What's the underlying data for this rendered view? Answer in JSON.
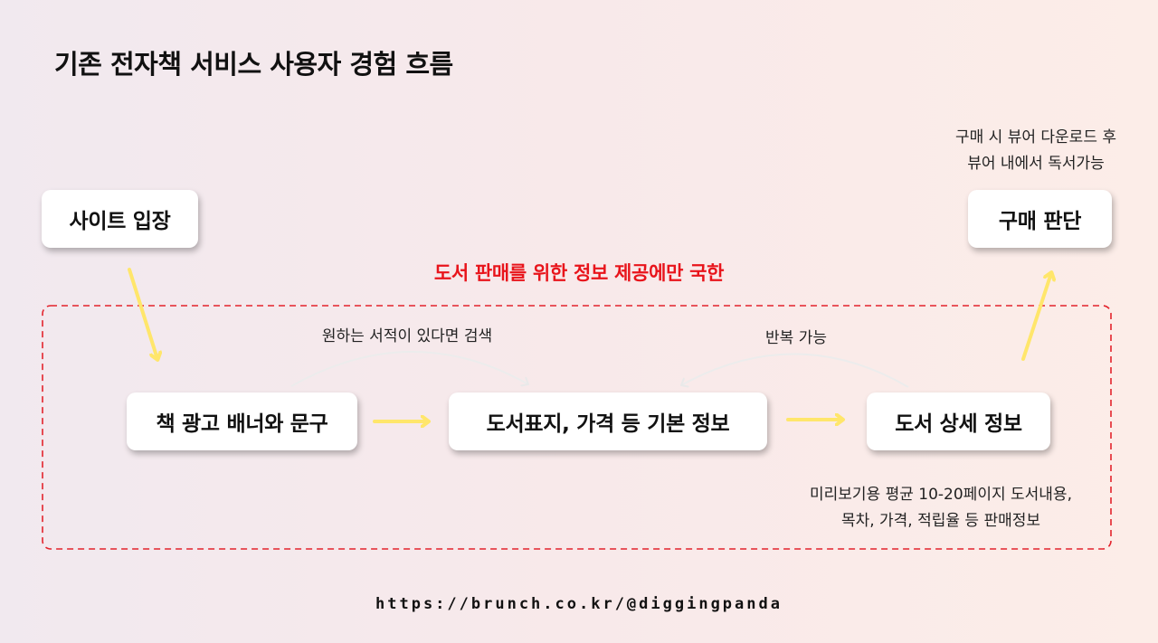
{
  "title": "기존 전자책 서비스 사용자 경험 흐름",
  "highlight": "도서 판매를 위한 정보 제공에만 국한",
  "nodes": {
    "site_entry": "사이트 입장",
    "ad_banner": "책 광고 배너와 문구",
    "basic_info": "도서표지, 가격 등 기본 정보",
    "detail_info": "도서 상세 정보",
    "purchase": "구매 판단"
  },
  "notes": {
    "search": "원하는 서적이 있다면 검색",
    "repeat": "반복 가능",
    "purchase_line1": "구매 시 뷰어 다운로드 후",
    "purchase_line2": "뷰어 내에서 독서가능",
    "detail_line1": "미리보기용 평균 10-20페이지 도서내용,",
    "detail_line2": "목차, 가격, 적립율 등 판매정보"
  },
  "footer": "https://brunch.co.kr/@diggingpanda",
  "colors": {
    "arrow": "#ffe66b",
    "highlight": "#e8141b",
    "dashed_border": "#e3232c",
    "curve": "#eeeeee"
  }
}
